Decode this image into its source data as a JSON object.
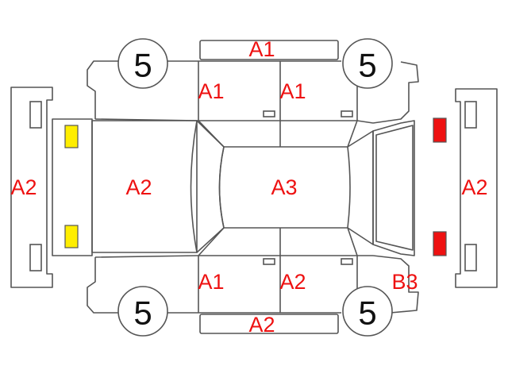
{
  "diagram": {
    "panel_codes": {
      "roof_top": "A1",
      "left_front_door": "A1",
      "left_rear_door": "A1",
      "front_bumper": "A2",
      "hood": "A2",
      "roof": "A3",
      "rear_bumper": "A2",
      "right_front_door": "A1",
      "right_rear_door": "A2",
      "right_rear_quarter": "B3",
      "roof_bottom": "A2"
    },
    "wheels": {
      "top_left": "5",
      "top_right": "5",
      "bottom_left": "5",
      "bottom_right": "5"
    },
    "colors": {
      "code_text": "#ee1111",
      "headlight": "#ffee00",
      "taillight": "#ee1111",
      "outline": "#555555"
    }
  }
}
